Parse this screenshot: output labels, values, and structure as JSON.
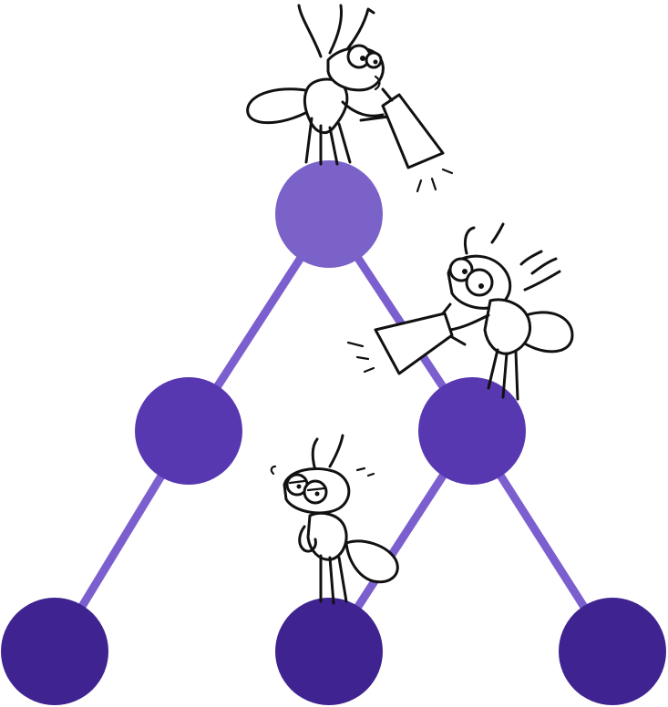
{
  "diagram": {
    "colors": {
      "edge": "#7b5fcf",
      "root_node": "#7a62c9",
      "middle_nodes": "#5838b0",
      "leaf_nodes": "#3f2390",
      "ink": "#111111",
      "background": "#ffffff"
    },
    "structure": {
      "levels": 3,
      "nodes": [
        {
          "id": "root",
          "level": 0
        },
        {
          "id": "mid-left",
          "level": 1
        },
        {
          "id": "mid-right",
          "level": 1
        },
        {
          "id": "leaf-left",
          "level": 2
        },
        {
          "id": "leaf-middle",
          "level": 2
        },
        {
          "id": "leaf-right",
          "level": 2
        }
      ],
      "edges": [
        [
          "root",
          "mid-left"
        ],
        [
          "root",
          "mid-right"
        ],
        [
          "mid-left",
          "leaf-left"
        ],
        [
          "mid-right",
          "leaf-middle"
        ],
        [
          "mid-right",
          "leaf-right"
        ]
      ]
    },
    "characters": [
      {
        "id": "ant-top",
        "icon": "megaphone",
        "perched_on": "root"
      },
      {
        "id": "ant-right",
        "icon": "megaphone",
        "perched_on": "mid-right"
      },
      {
        "id": "ant-bottom",
        "icon": "worried",
        "perched_on": "leaf-middle"
      }
    ]
  }
}
